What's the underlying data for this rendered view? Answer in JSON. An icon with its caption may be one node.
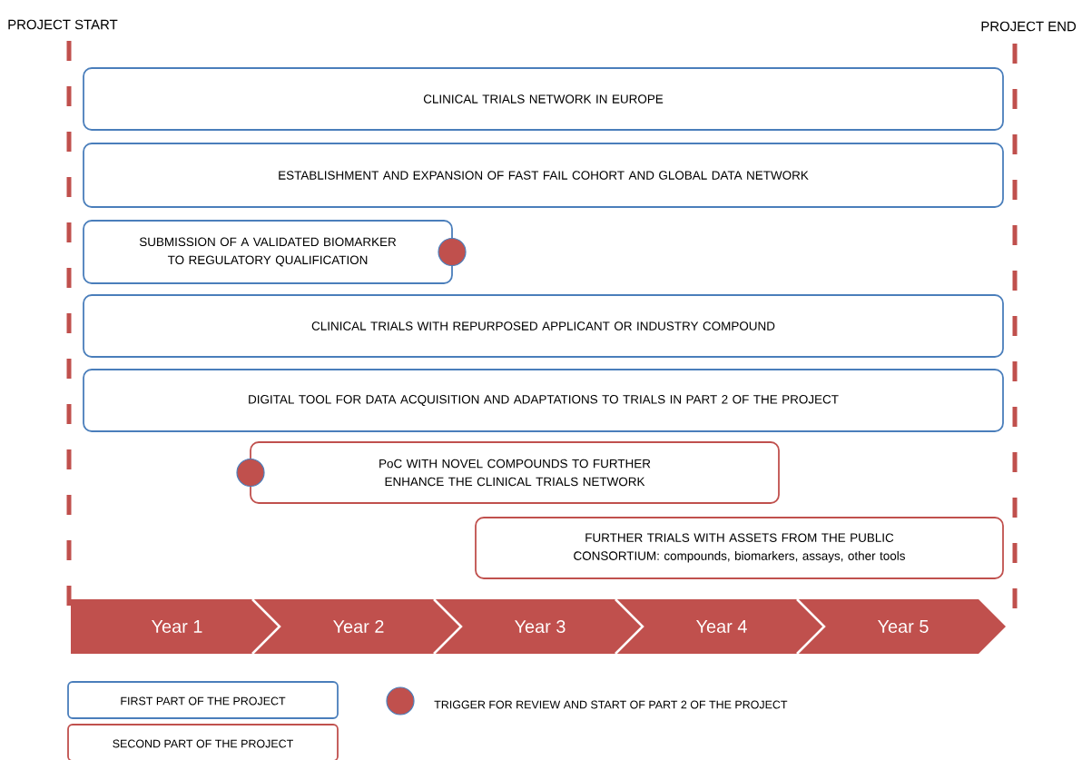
{
  "diagram": {
    "nodes": [
      {
        "text": [
          "CLINICAL TRIALS NETWORK IN EUROPE"
        ]
      },
      {
        "text": [
          "ESTABLISHMENT AND EXPANSION OF FAST FAIL COHORT AND GLOBAL DATA NETWORK"
        ]
      },
      {
        "text": [
          "SUBMISSION OF A VALIDATED BIOMARKER TO REGULATORY QUALIFICATION"
        ]
      },
      {
        "text": [
          "CLINICAL TRIALS WITH REPURPOSED APPLICANT OR INDUSTRY COMPOUND"
        ]
      },
      {
        "text": [
          "DIGITAL TOOL FOR DATA ACQUISITION AND ADAPTATIONS TO TRIALS IN PART 2 OF THE PROJECT"
        ]
      },
      {
        "text": [
          "PoC WITH NOVEL COMPOUNDS TO FURTHER ENHANCE THE CLINICAL TRIALS NETWORK"
        ]
      },
      {
        "text": [
          "FURTHER TRIALS WITH ASSETS FROM THE PUBLIC CONSORTIUM: compounds, biomarkers, assays, other tools"
        ]
      },
      {
        "text": [
          "Year 1"
        ]
      },
      {
        "text": [
          "Year 2"
        ]
      },
      {
        "text": [
          "Year 3"
        ]
      },
      {
        "text": [
          "Year 4"
        ]
      },
      {
        "text": [
          "Year 5"
        ]
      }
    ],
    "labels": [
      "PROJECT START",
      "PROJECT END"
    ],
    "legend": [
      {
        "text": "FIRST PART OF THE PROJECT",
        "color": "#4a7ebb"
      },
      {
        "text": "SECOND PART OF THE PROJECT",
        "color": "#c0504d"
      },
      {
        "text": "TRIGGER FOR REVIEW AND START OF PART 2 OF THE PROJECT",
        "color": "#c0504d"
      }
    ]
  }
}
